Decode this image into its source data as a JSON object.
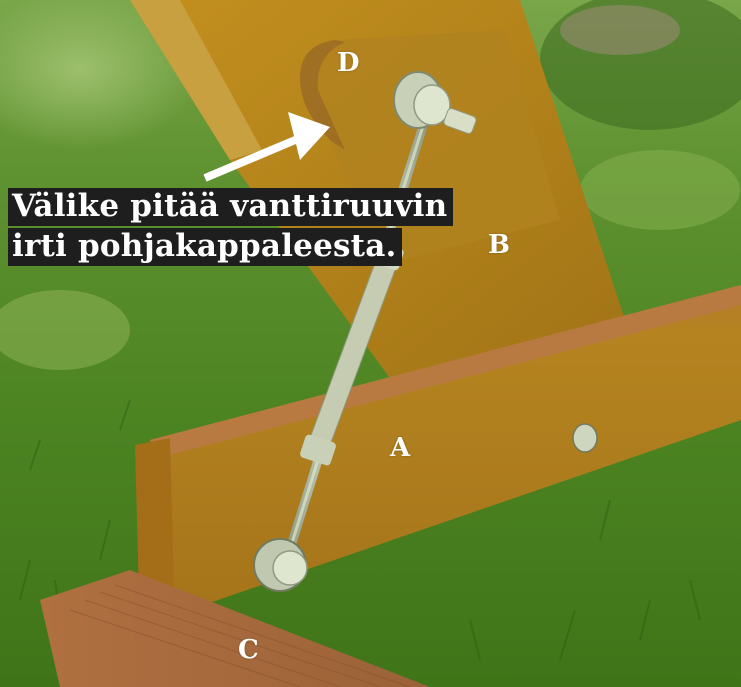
{
  "image": {
    "description": "Close-up photo of a wooden bench leg assembly on grass with a turnbuckle (vanttiruuvi) brace and labeled parts",
    "caption": {
      "line1": "Välike pitää vanttiruuvin",
      "line2": "irti pohjakappaleesta."
    },
    "part_labels": {
      "a": "A",
      "b": "B",
      "c": "C",
      "d": "D"
    },
    "colors": {
      "caption_bg": "#1e1e1e",
      "caption_text": "#ffffff",
      "wood_light": "#b8861e",
      "wood_dark": "#8a5a1a",
      "grass": "#4f8a22",
      "metal": "#c8d0b8"
    }
  }
}
